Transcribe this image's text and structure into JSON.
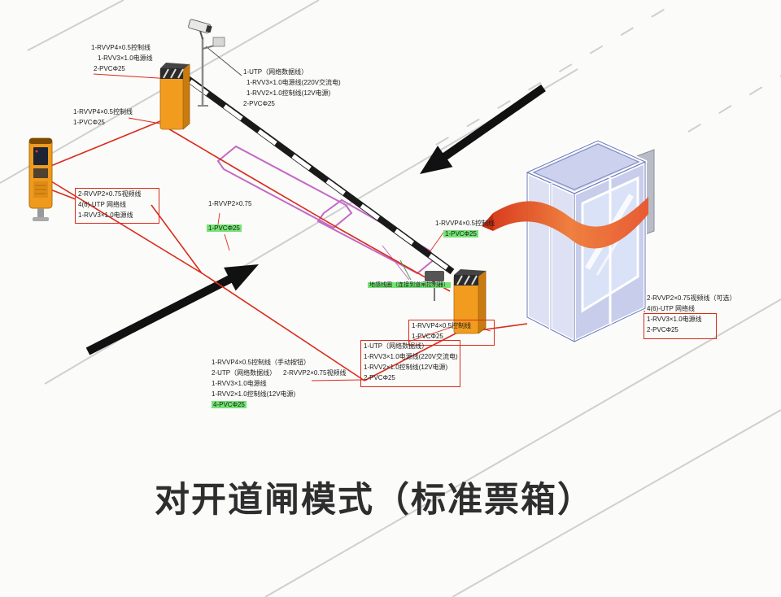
{
  "title": "对开道闸模式（标准票箱）",
  "labels": {
    "gate1_top": [
      "1-RVVP4×0.5控制线",
      "1-RVV3×1.0电源线",
      "2-PVCΦ25"
    ],
    "reader_left": [
      "1-RVVP4×0.5控制线",
      "1-PVCΦ25"
    ],
    "camera": [
      "1-UTP（网络数据线）",
      "1-RVV3×1.0电源线(220V交流电)",
      "1-RVV2×1.0控制线(12V电源)",
      "2-PVCΦ25"
    ],
    "left_box": [
      "2-RVVP2×0.75视频线",
      "4(6)-UTP 网络线",
      "1-RVV3×1.0电源线"
    ],
    "center": [
      "1-RVVP2×0.75",
      "1-PVCΦ25"
    ],
    "gate2_top": [
      "1-RVVP4×0.5控制线",
      "1-PVCΦ25"
    ],
    "loop_note": "地感线圈（连接到道闸控制器）",
    "gate2_bottom": [
      "1-RVVP4×0.5控制线",
      "1-PVCΦ25"
    ],
    "booth_box": [
      "1-UTP（网络数据线）",
      "1-RVV3×1.0电源线(220V交流电)",
      "1-RVV2×1.0控制线(12V电源)",
      "2-PVCΦ25"
    ],
    "bottom_left": [
      "1-RVVP4×0.5控制线（手动按钮）",
      "2-UTP（网络数据线）",
      "2-RVVP2×0.75视频线",
      "1-RVV3×1.0电源线",
      "1-RVV2×1.0控制线(12V电源)",
      "4-PVCΦ25"
    ],
    "right_box": [
      "2-RVVP2×0.75视频线（可选）",
      "4(6)-UTP 网络线",
      "1-RVV3×1.0电源线",
      "2-PVCΦ25"
    ]
  },
  "colors": {
    "cable_red": "#d92b1a",
    "loop_purple": "#c36ac3",
    "gate_orange": "#f29c1f",
    "arm_stripe_black": "#1a1a1a",
    "booth_lavender": "#ccd2ee",
    "highlight_green": "#74e374",
    "ribbon_orange": "#e7401d",
    "road_gray": "#cfcfcf"
  }
}
